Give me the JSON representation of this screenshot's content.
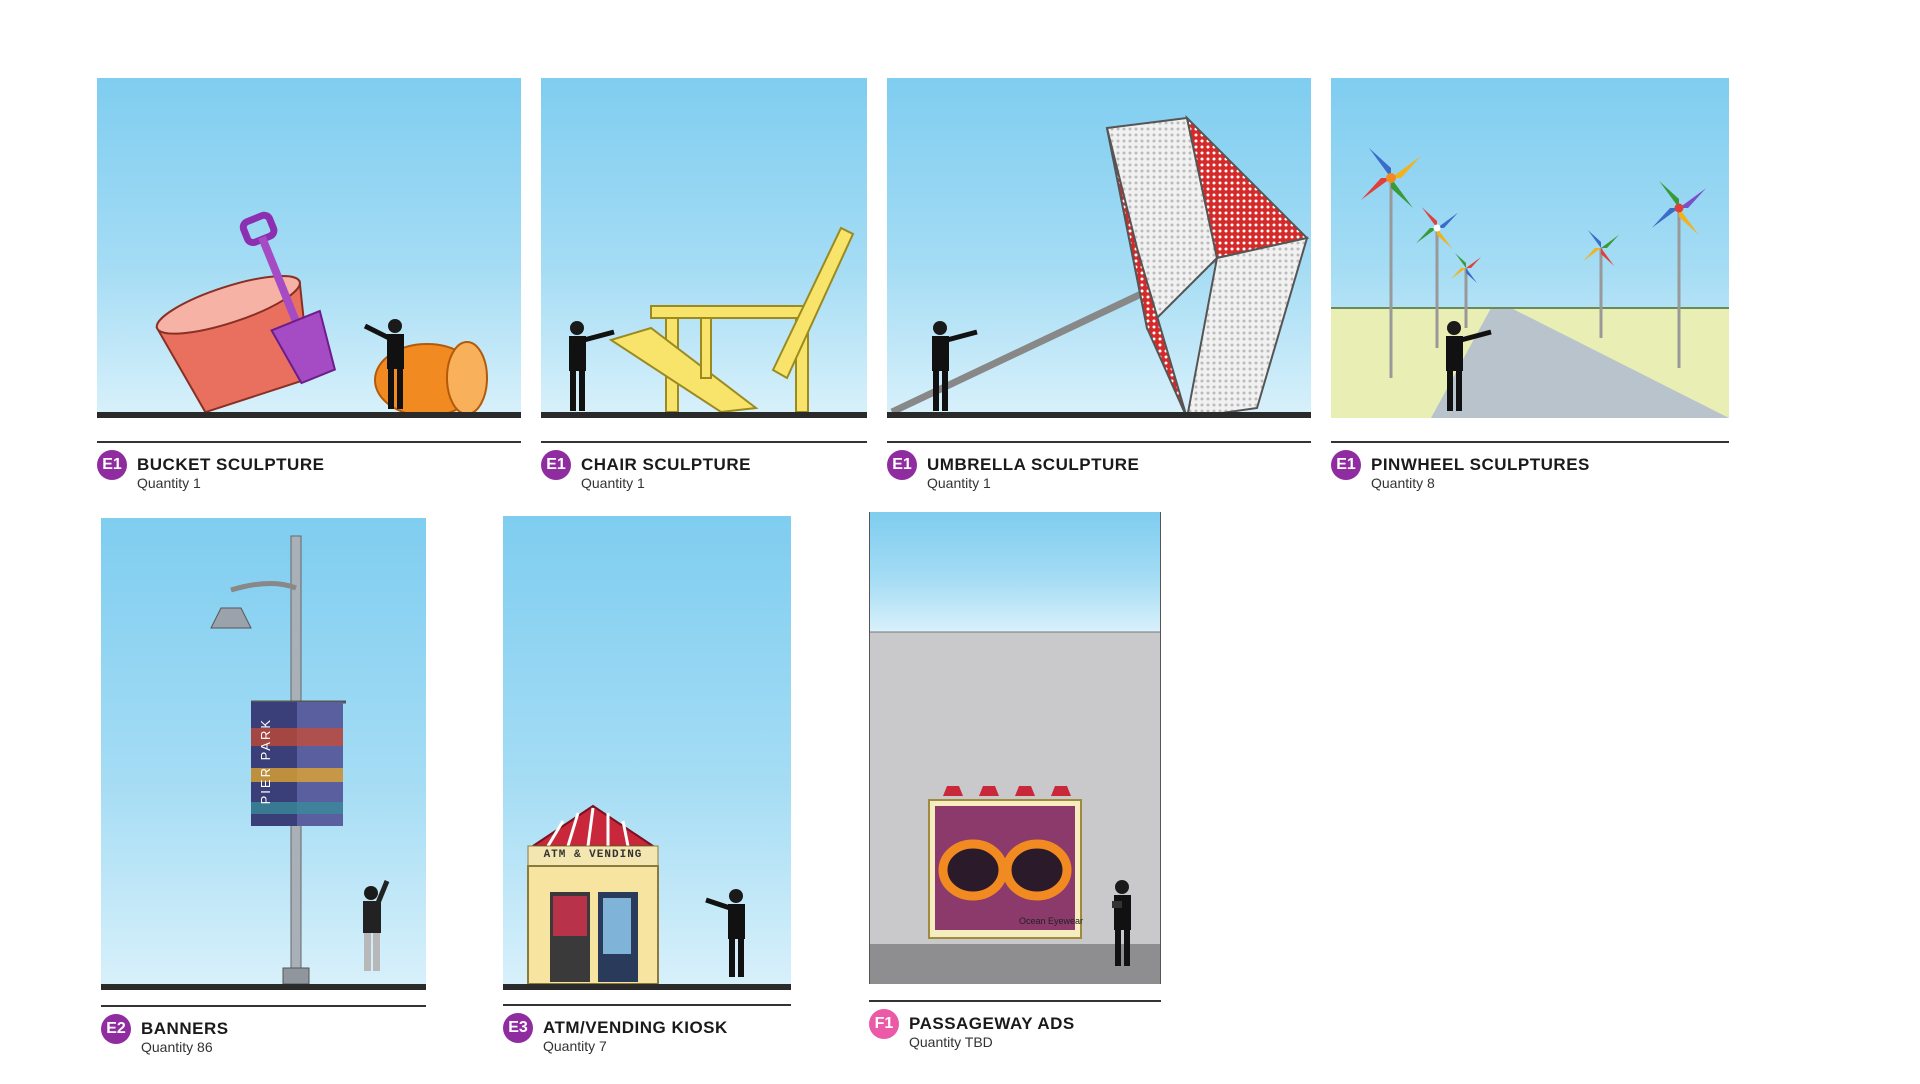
{
  "items": [
    {
      "badge": "E1",
      "title": "BUCKET SCULPTURE",
      "quantity": "Quantity 1"
    },
    {
      "badge": "E1",
      "title": "CHAIR SCULPTURE",
      "quantity": "Quantity 1"
    },
    {
      "badge": "E1",
      "title": "UMBRELLA SCULPTURE",
      "quantity": "Quantity 1"
    },
    {
      "badge": "E1",
      "title": "PINWHEEL SCULPTURES",
      "quantity": "Quantity 8"
    },
    {
      "badge": "E2",
      "title": "BANNERS",
      "quantity": "Quantity 86",
      "banner_text": "PIER PARK"
    },
    {
      "badge": "E3",
      "title": "ATM/VENDING KIOSK",
      "quantity": "Quantity 7",
      "sign_text": "ATM & VENDING"
    },
    {
      "badge": "F1",
      "title": "PASSAGEWAY ADS",
      "quantity": "Quantity TBD",
      "ad_caption": "Ocean Eyewear"
    }
  ],
  "colors": {
    "badge_e": "#8e2ca0",
    "badge_f": "#ea5aa6",
    "sky_top": "#7fcdf0",
    "sky_bottom": "#d9f1fb"
  }
}
